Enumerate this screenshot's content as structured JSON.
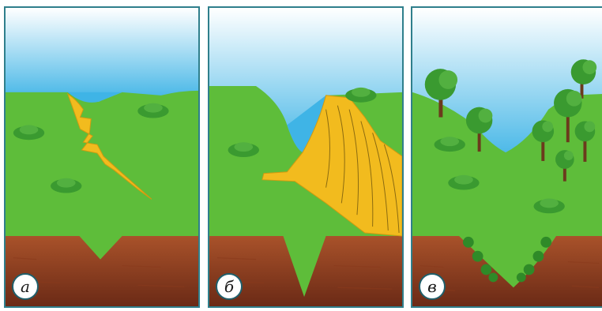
{
  "panels": [
    {
      "id": "a",
      "label": "а"
    },
    {
      "id": "b",
      "label": "б"
    },
    {
      "id": "v",
      "label": "в"
    }
  ],
  "colors": {
    "sky_top": "#ffffff",
    "sky_bottom": "#3fb4e6",
    "grass": "#5ebd3a",
    "soil_top": "#a9522a",
    "soil_bottom": "#6b2a16",
    "ravine": "#f2bb1e",
    "frame": "#2f7f8c",
    "tree_crown": "#3a9a30",
    "tree_trunk": "#6b3a1c"
  }
}
